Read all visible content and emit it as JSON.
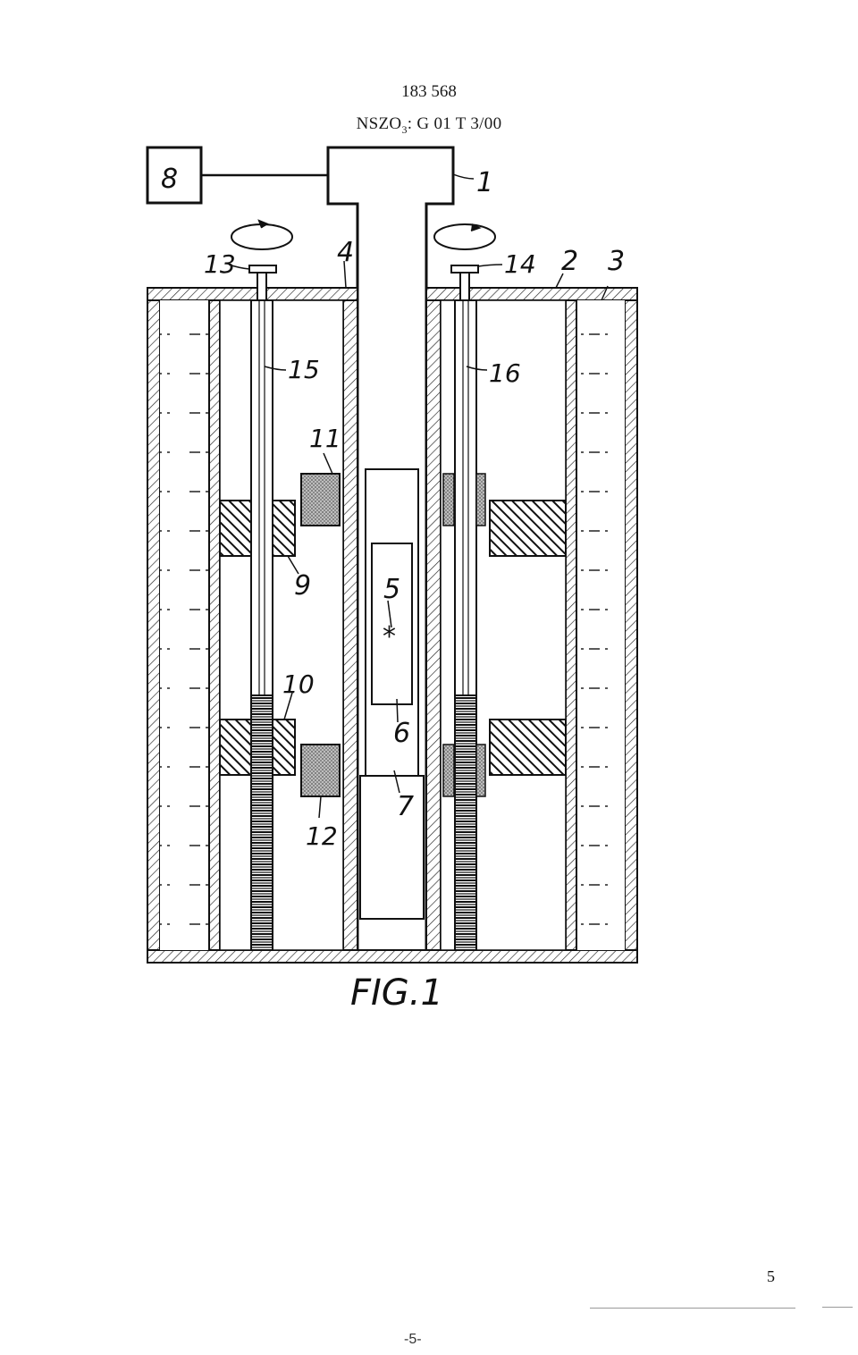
{
  "header": {
    "patent_number": "183 568",
    "classification_prefix": "NSZO",
    "classification_sub": "3",
    "classification_rest": ": G 01 T 3/00"
  },
  "figure": {
    "caption": "FIG.1",
    "labels": {
      "l1": "1",
      "l2": "2",
      "l3": "3",
      "l4": "4",
      "l5": "5",
      "l6": "6",
      "l7": "7",
      "l8": "8",
      "l9": "9",
      "l10": "10",
      "l11": "11",
      "l12": "12",
      "l13": "13",
      "l14": "14",
      "l15": "15",
      "l16": "16",
      "star": "*"
    }
  },
  "footer": {
    "sheet_number": "5",
    "page_marker": "-5-"
  }
}
